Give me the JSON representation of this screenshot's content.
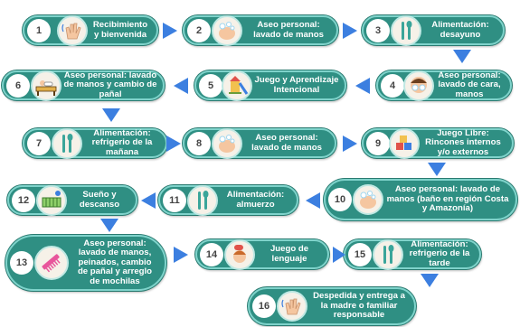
{
  "steps": [
    {
      "num": "1",
      "text": "Recibimiento y bienvenida",
      "icon": "hand-wave-icon"
    },
    {
      "num": "2",
      "text": "Aseo personal: lavado de manos",
      "icon": "hand-wash-icon"
    },
    {
      "num": "3",
      "text": "Alimentación: desayuno",
      "icon": "cutlery-icon"
    },
    {
      "num": "4",
      "text": "Aseo personal: lavado de cara, manos",
      "icon": "face-wash-icon"
    },
    {
      "num": "5",
      "text": "Juego y Aprendizaje Intencional",
      "icon": "playground-icon"
    },
    {
      "num": "6",
      "text": "Aseo personal: lavado de manos y cambio de pañal",
      "icon": "changing-table-icon"
    },
    {
      "num": "7",
      "text": "Alimentación: refrigerio de la mañana",
      "icon": "cutlery-icon"
    },
    {
      "num": "8",
      "text": "Aseo personal: lavado de manos",
      "icon": "hand-wash-icon"
    },
    {
      "num": "9",
      "text": "Juego Libre: Rincones internos y/o externos",
      "icon": "toy-blocks-icon"
    },
    {
      "num": "10",
      "text": "Aseo personal: lavado de manos (baño en región Costa y Amazonía)",
      "icon": "hand-wash-icon"
    },
    {
      "num": "11",
      "text": "Alimentación: almuerzo",
      "icon": "cutlery-icon"
    },
    {
      "num": "12",
      "text": "Sueño y descanso",
      "icon": "crib-icon"
    },
    {
      "num": "13",
      "text": "Aseo personal: lavado de manos, peinados, cambio de pañal y arreglo de mochilas",
      "icon": "comb-icon"
    },
    {
      "num": "14",
      "text": "Juego de lenguaje",
      "icon": "child-speaking-icon"
    },
    {
      "num": "15",
      "text": "Alimentación: refrigerio de la tarde",
      "icon": "cutlery-icon"
    },
    {
      "num": "16",
      "text": "Despedida y entrega a la madre o familiar responsable",
      "icon": "hand-wave-icon"
    }
  ],
  "colors": {
    "pill": "#2f8f83",
    "pill_border": "#7fd3cb",
    "arrow": "#3c7fe0",
    "text": "#ffffff"
  }
}
